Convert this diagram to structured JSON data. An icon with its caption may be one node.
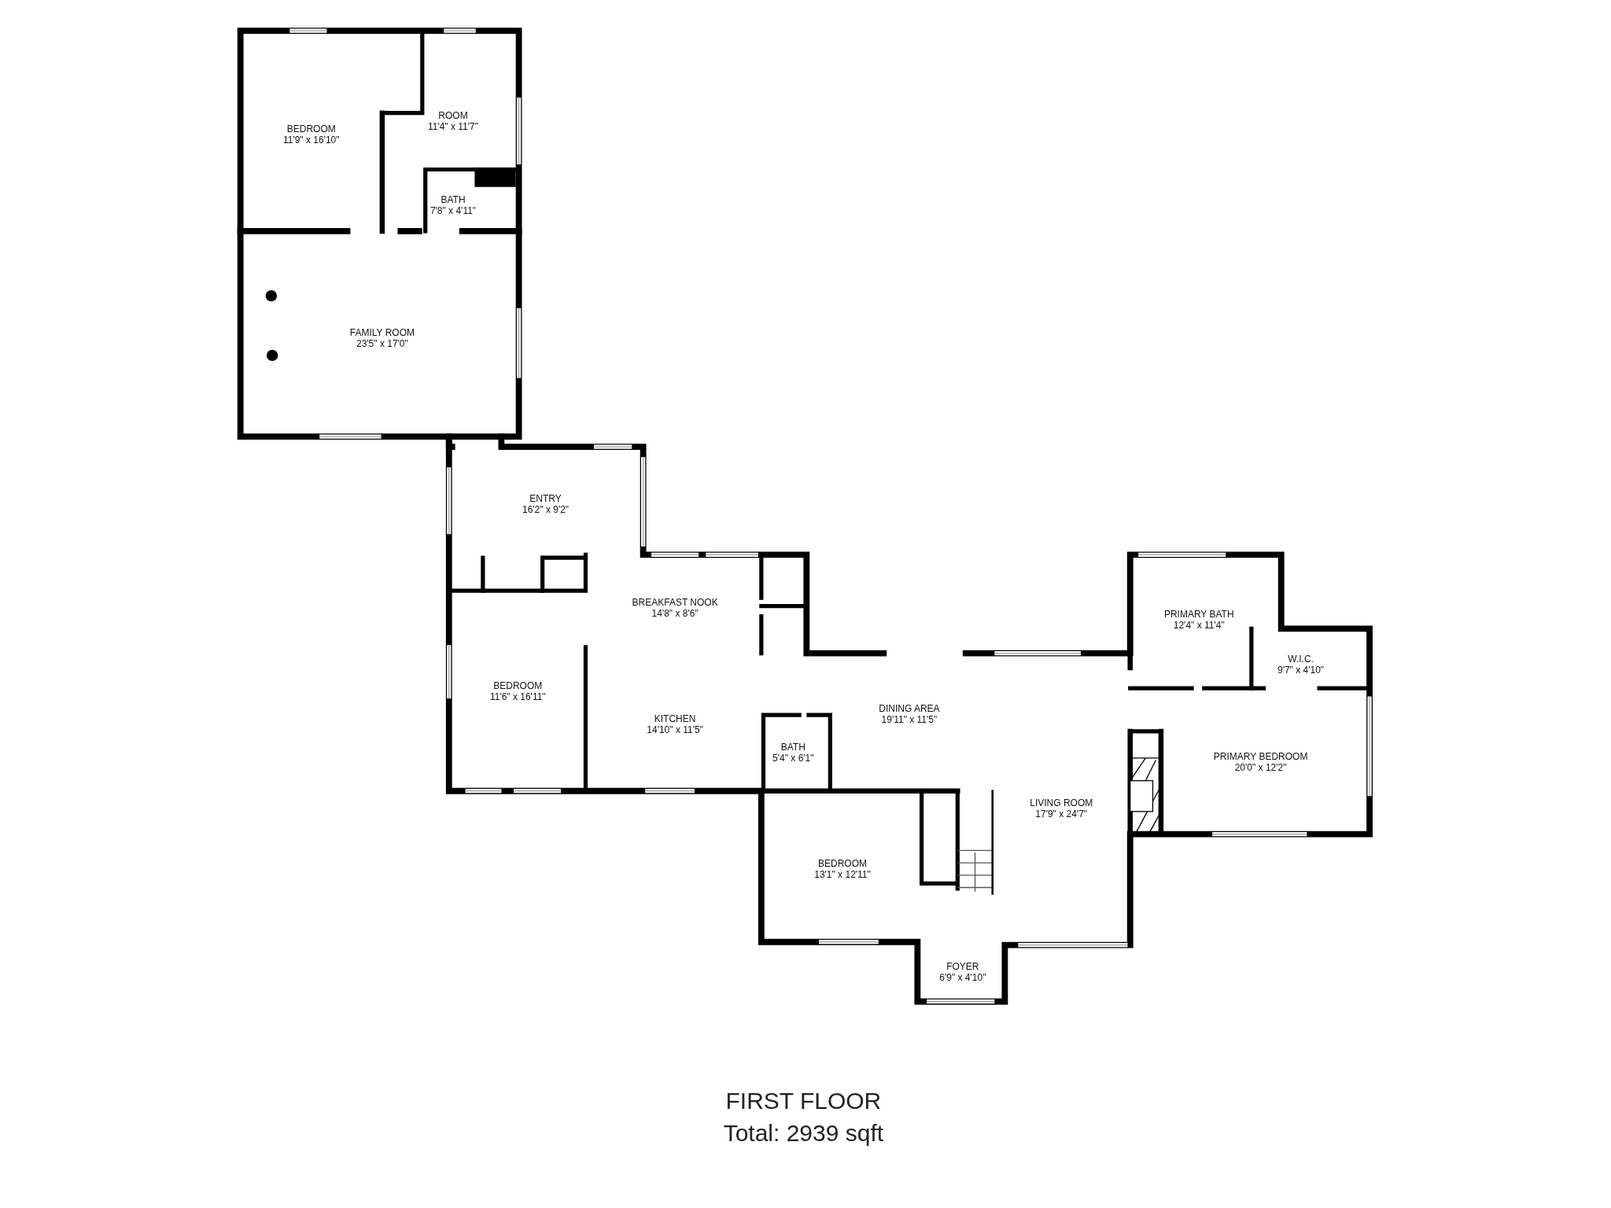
{
  "diagram": {
    "title": "FIRST FLOOR",
    "caption": "Total: 2939 sqft",
    "nodes": [
      {
        "text": [
          "BEDROOM",
          "11'9\" x 16'10\""
        ]
      },
      {
        "text": [
          "ROOM",
          "11'4\" x 11'7\""
        ]
      },
      {
        "text": [
          "BATH",
          "7'8\" x 4'11\""
        ]
      },
      {
        "text": [
          "FAMILY ROOM",
          "23'5\" x 17'0\""
        ]
      },
      {
        "text": [
          "ENTRY",
          "16'2\" x 9'2\""
        ]
      },
      {
        "text": [
          "BREAKFAST NOOK",
          "14'8\" x 8'6\""
        ]
      },
      {
        "text": [
          "PRIMARY BATH",
          "12'4\" x 11'4\""
        ]
      },
      {
        "text": [
          "W.I.C.",
          "9'7\" x 4'10\""
        ]
      },
      {
        "text": [
          "BEDROOM",
          "11'6\" x 16'11\""
        ]
      },
      {
        "text": [
          "DINING AREA",
          "19'11\" x 11'5\""
        ]
      },
      {
        "text": [
          "KITCHEN",
          "14'10\" x 11'5\""
        ]
      },
      {
        "text": [
          "BATH",
          "5'4\" x 6'1\""
        ]
      },
      {
        "text": [
          "PRIMARY BEDROOM",
          "20'0\" x 12'2\""
        ]
      },
      {
        "text": [
          "LIVING ROOM",
          "17'9\" x 24'7\""
        ]
      },
      {
        "text": [
          "BEDROOM",
          "13'1\" x 12'11\""
        ]
      },
      {
        "text": [
          "FOYER",
          "6'9\" x 4'10\""
        ]
      }
    ]
  }
}
